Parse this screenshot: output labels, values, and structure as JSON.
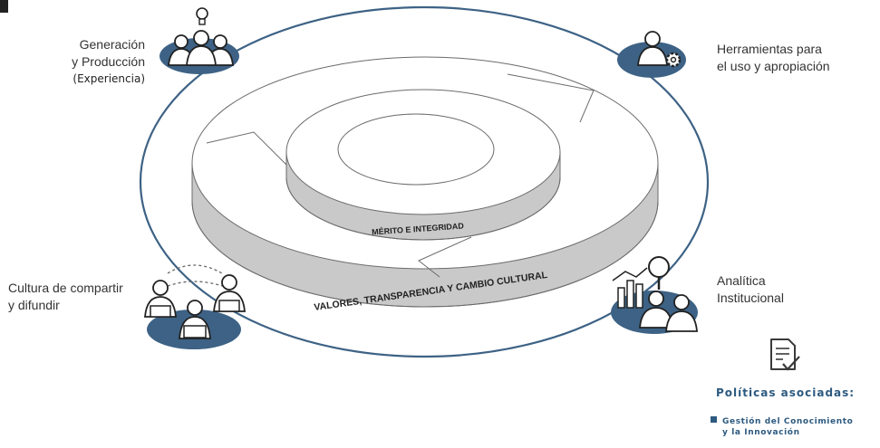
{
  "labels": {
    "top_left_line1": "Generación",
    "top_left_line2": "y Producción",
    "top_left_sub": "(Experiencia)",
    "top_right_line1": "Herramientas para",
    "top_right_line2": "el uso y apropiación",
    "bottom_left_line1": "Cultura de compartir",
    "bottom_left_line2": "y difundir",
    "bottom_right_line1": "Analítica",
    "bottom_right_line2": "Institucional"
  },
  "ring_texts": {
    "inner": "MÉRITO E INTEGRIDAD",
    "outer": "VALORES, TRANSPARENCIA Y CAMBIO CULTURAL"
  },
  "policies": {
    "title": "Políticas asociadas:",
    "item_line1": "Gestión del Conocimiento",
    "item_line2": "y la Innovación"
  },
  "colors": {
    "accent": "#3d6285",
    "ring_side": "#c9c9c9",
    "ring_top": "#ffffff",
    "text": "#333333"
  },
  "icons": {
    "top_left": "people-idea-icon",
    "top_right": "person-gear-icon",
    "bottom_left": "people-reading-icon",
    "bottom_right": "analytics-search-icon",
    "policy": "document-check-icon"
  }
}
